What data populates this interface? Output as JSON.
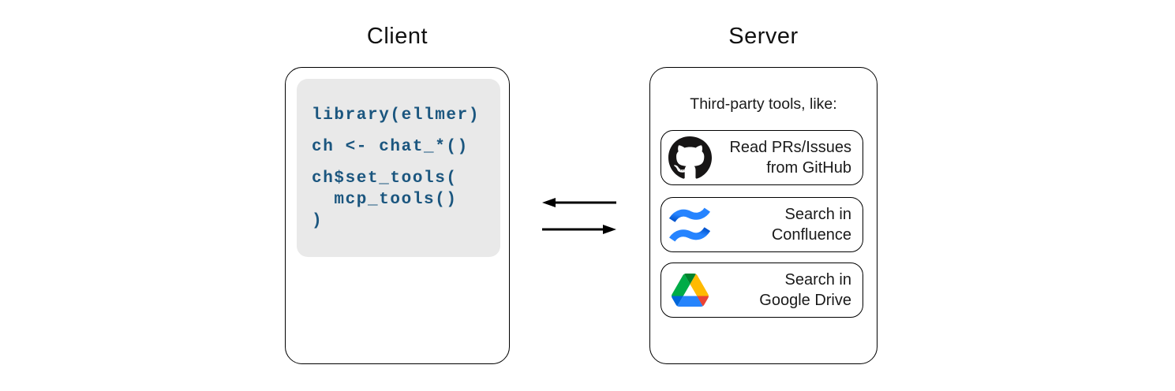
{
  "client": {
    "title": "Client",
    "code_blocks": [
      [
        "library(ellmer)"
      ],
      [
        "ch <- chat_*()"
      ],
      [
        "ch$set_tools(",
        "  mcp_tools()",
        ")"
      ]
    ],
    "code_color": "#1b567f",
    "code_background": "#e9e9e9"
  },
  "arrows": {
    "direction_top": "right-to-left",
    "direction_bottom": "left-to-right",
    "color": "#000000"
  },
  "server": {
    "title": "Server",
    "heading": "Third-party tools, like:",
    "tools": [
      {
        "icon": "github-icon",
        "line1": "Read PRs/Issues",
        "line2": "from GitHub"
      },
      {
        "icon": "confluence-icon",
        "line1": "Search in",
        "line2": "Confluence"
      },
      {
        "icon": "google-drive-icon",
        "line1": "Search in",
        "line2": "Google Drive"
      }
    ]
  },
  "colors": {
    "border": "#000000",
    "github_black": "#171515",
    "confluence_blue_bright": "#2684ff",
    "confluence_blue_dark": "#0052cc",
    "drive_green": "#00ac47",
    "drive_dark_green": "#00832d",
    "drive_yellow": "#ffba00",
    "drive_blue": "#2684fc",
    "drive_blue_dark": "#0066da",
    "drive_red": "#ea4335"
  }
}
